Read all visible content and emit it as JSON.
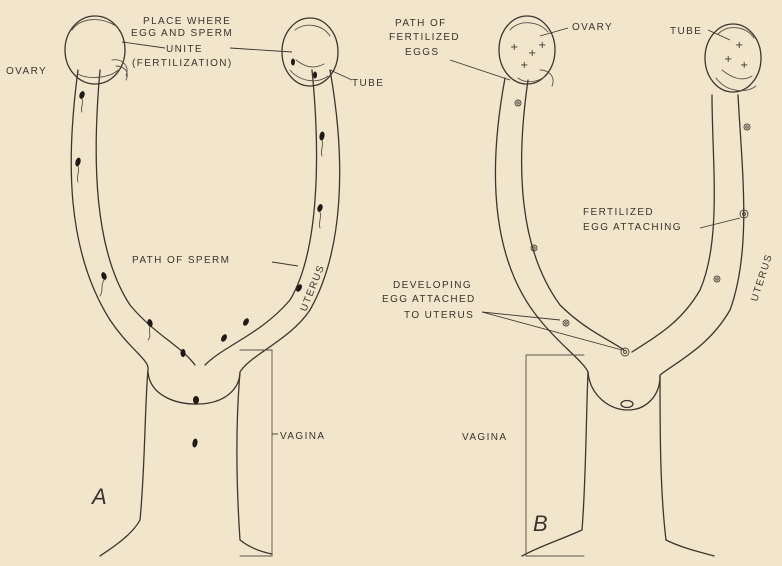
{
  "figure": {
    "panel_a": {
      "letter": "A",
      "ovary": "OVARY",
      "place_line1": "PLACE WHERE",
      "place_line2": "EGG AND SPERM",
      "place_line3": "UNITE",
      "place_line4": "(FERTILIZATION)",
      "tube": "TUBE",
      "path_of_sperm": "PATH OF SPERM",
      "uterus": "UTERUS",
      "vagina": "VAGINA"
    },
    "panel_b": {
      "letter": "B",
      "path_line1": "PATH OF",
      "path_line2": "FERTILIZED",
      "path_line3": "EGGS",
      "ovary": "OVARY",
      "tube": "TUBE",
      "fert_line1": "FERTILIZED",
      "fert_line2": "EGG ATTACHING",
      "dev_line1": "DEVELOPING",
      "dev_line2": "EGG ATTACHED",
      "dev_line3": "TO UTERUS",
      "uterus": "UTERUS",
      "vagina": "VAGINA"
    }
  }
}
